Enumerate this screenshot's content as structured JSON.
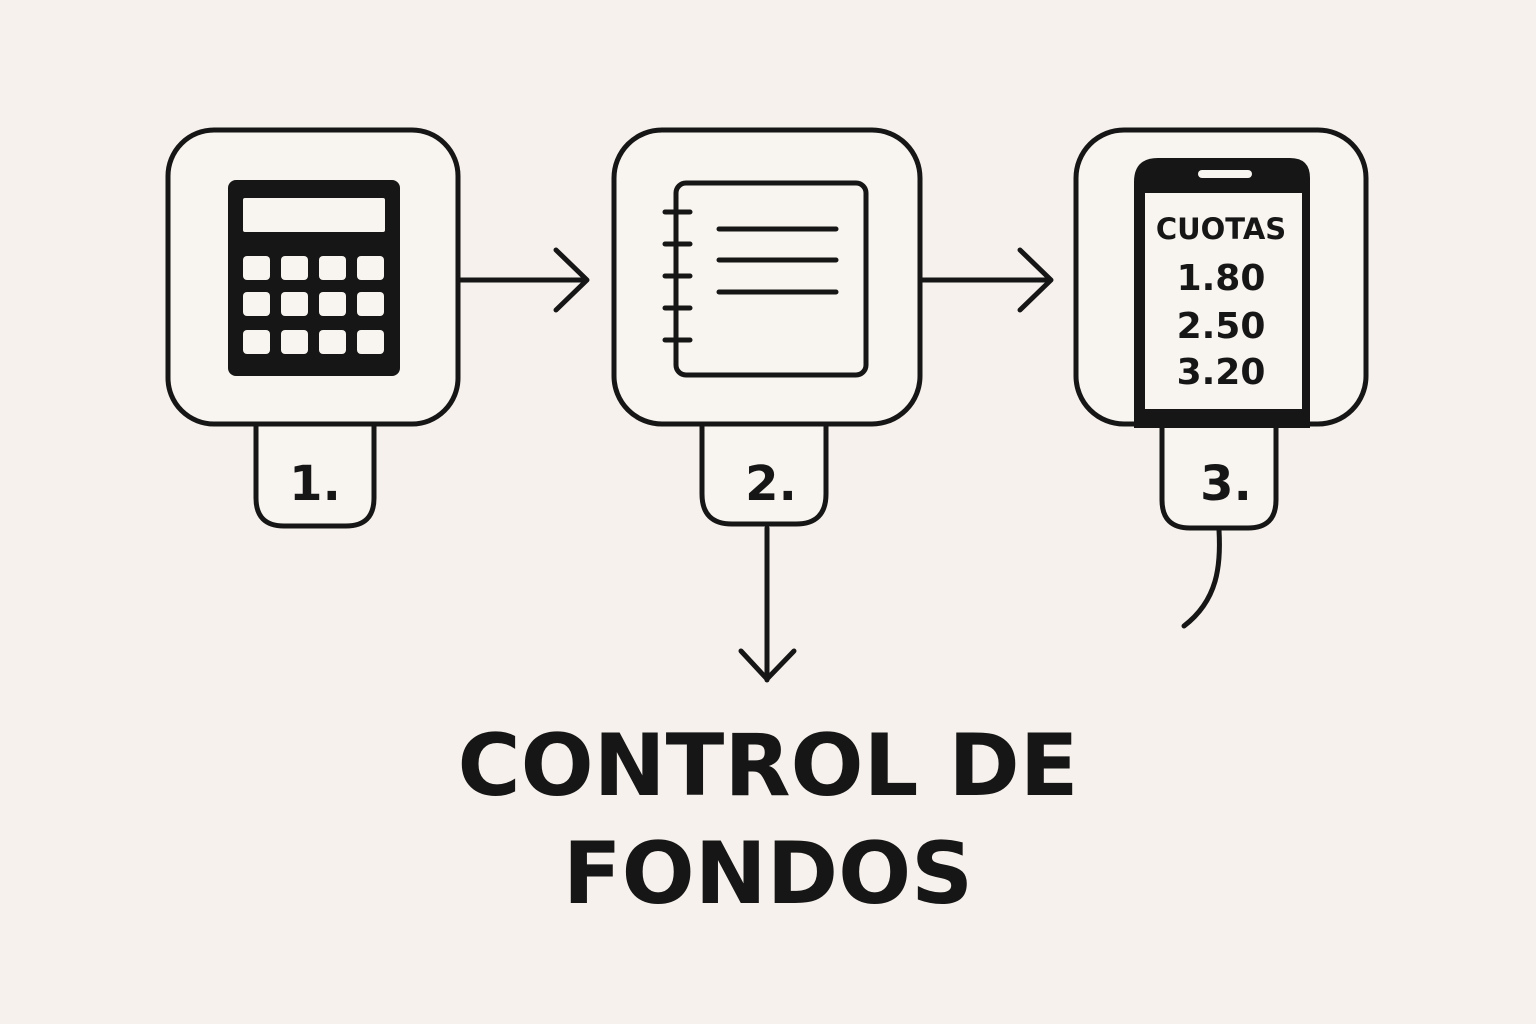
{
  "steps": [
    {
      "number": "1.",
      "icon": "calculator-icon"
    },
    {
      "number": "2.",
      "icon": "notebook-icon"
    },
    {
      "number": "3.",
      "icon": "smartphone-icon"
    }
  ],
  "phone_screen": {
    "heading": "CUOTAS",
    "values": [
      "1.80",
      "2.50",
      "3.20"
    ]
  },
  "title": {
    "line1": "CONTROL DE",
    "line2": "FONDOS"
  },
  "colors": {
    "background": "#f6f1ec",
    "ink": "#161616"
  }
}
